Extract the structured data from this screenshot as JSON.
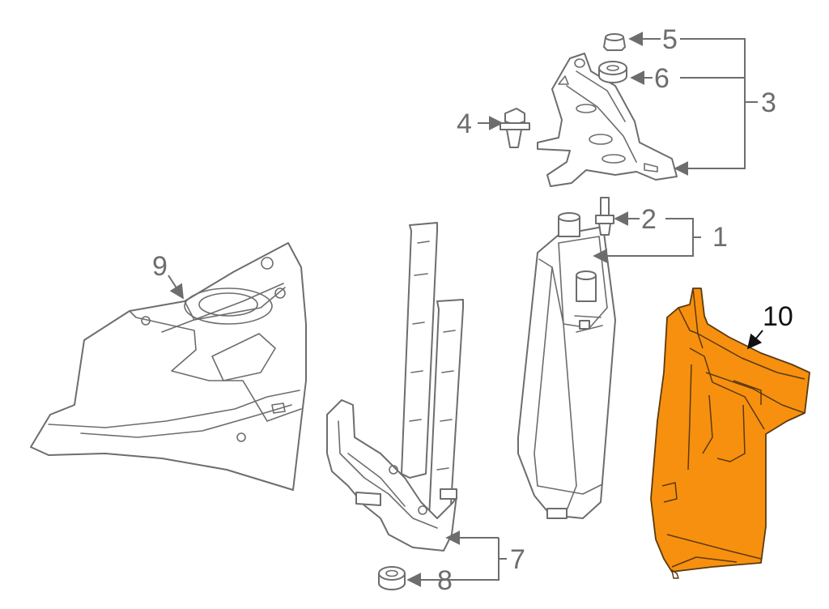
{
  "diagram": {
    "callouts": [
      {
        "id": "1",
        "label": "1"
      },
      {
        "id": "2",
        "label": "2"
      },
      {
        "id": "3",
        "label": "3"
      },
      {
        "id": "4",
        "label": "4"
      },
      {
        "id": "5",
        "label": "5"
      },
      {
        "id": "6",
        "label": "6"
      },
      {
        "id": "7",
        "label": "7"
      },
      {
        "id": "8",
        "label": "8"
      },
      {
        "id": "9",
        "label": "9"
      },
      {
        "id": "10",
        "label": "10"
      }
    ],
    "colors": {
      "line": "#6d6d6d",
      "highlight": "#f7900e",
      "highlight_label": "#111111",
      "background": "#ffffff"
    },
    "highlighted_part": "10"
  }
}
